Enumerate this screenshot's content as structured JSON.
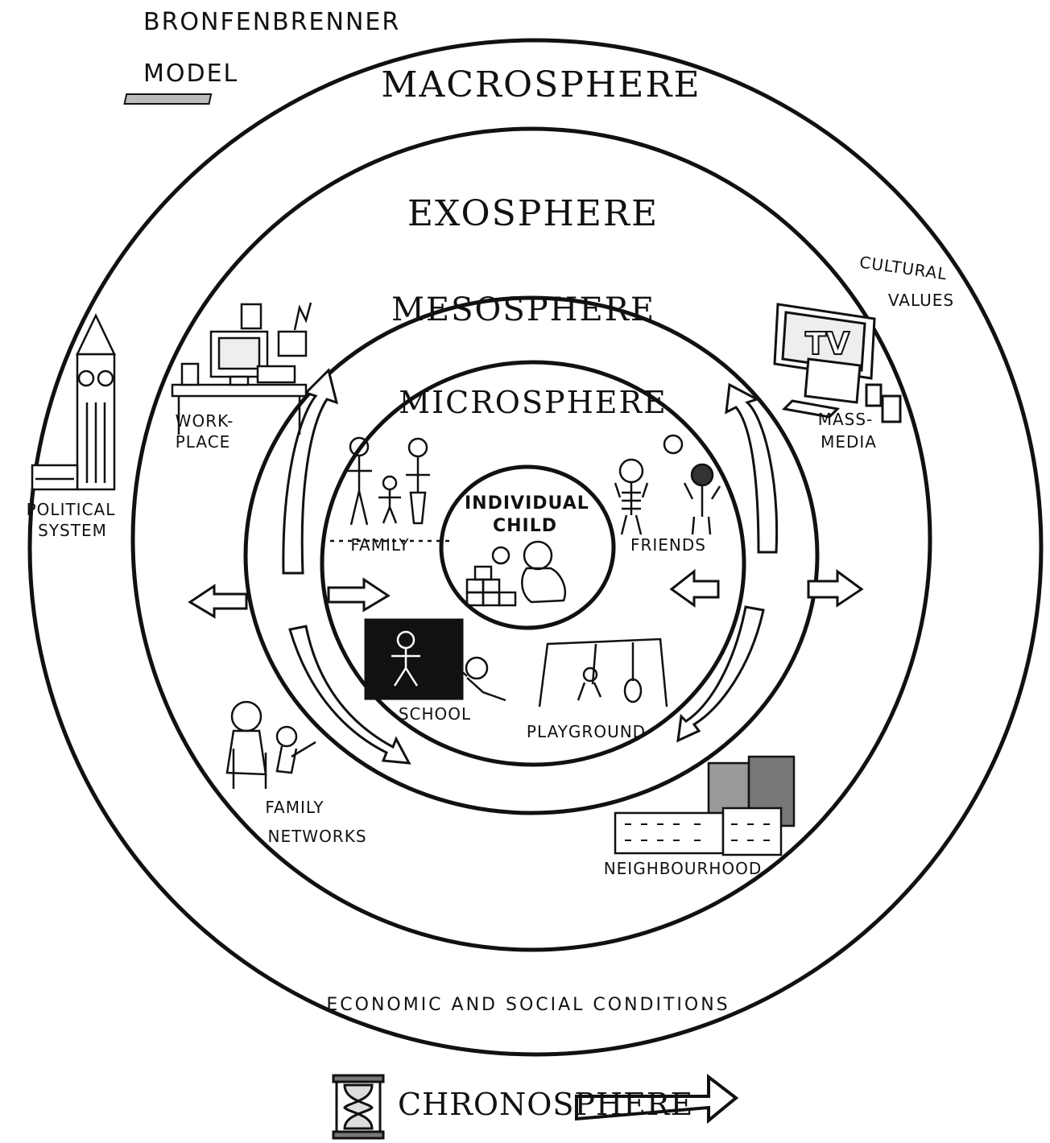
{
  "title": {
    "line1": "BRONFENBRENNER",
    "line2": "MODEL"
  },
  "spheres": {
    "macro": "MACROSPHERE",
    "exo": "EXOSPHERE",
    "meso": "MESOSPHERE",
    "micro": "MICROSPHERE",
    "center": "INDIVIDUAL CHILD",
    "chrono": "CHRONOSPHERE"
  },
  "micro_labels": {
    "family": "FAMILY",
    "friends": "FRIENDS",
    "school": "SCHOOL",
    "playground": "PLAYGROUND"
  },
  "exo_labels": {
    "workplace_1": "WORK-",
    "workplace_2": "PLACE",
    "mass_media_1": "MASS-",
    "mass_media_2": "MEDIA",
    "family_networks_1": "FAMILY",
    "family_networks_2": "NETWORKS",
    "neighbourhood": "NEIGHBOURHOOD"
  },
  "macro_labels": {
    "political_1": "POLITICAL",
    "political_2": "SYSTEM",
    "cultural_1": "CULTURAL",
    "cultural_2": "VALUES",
    "economic": "ECONOMIC AND SOCIAL CONDITIONS"
  },
  "icons": {
    "tv_text": "TV"
  },
  "colors": {
    "ink": "#111111",
    "paper": "#ffffff"
  }
}
